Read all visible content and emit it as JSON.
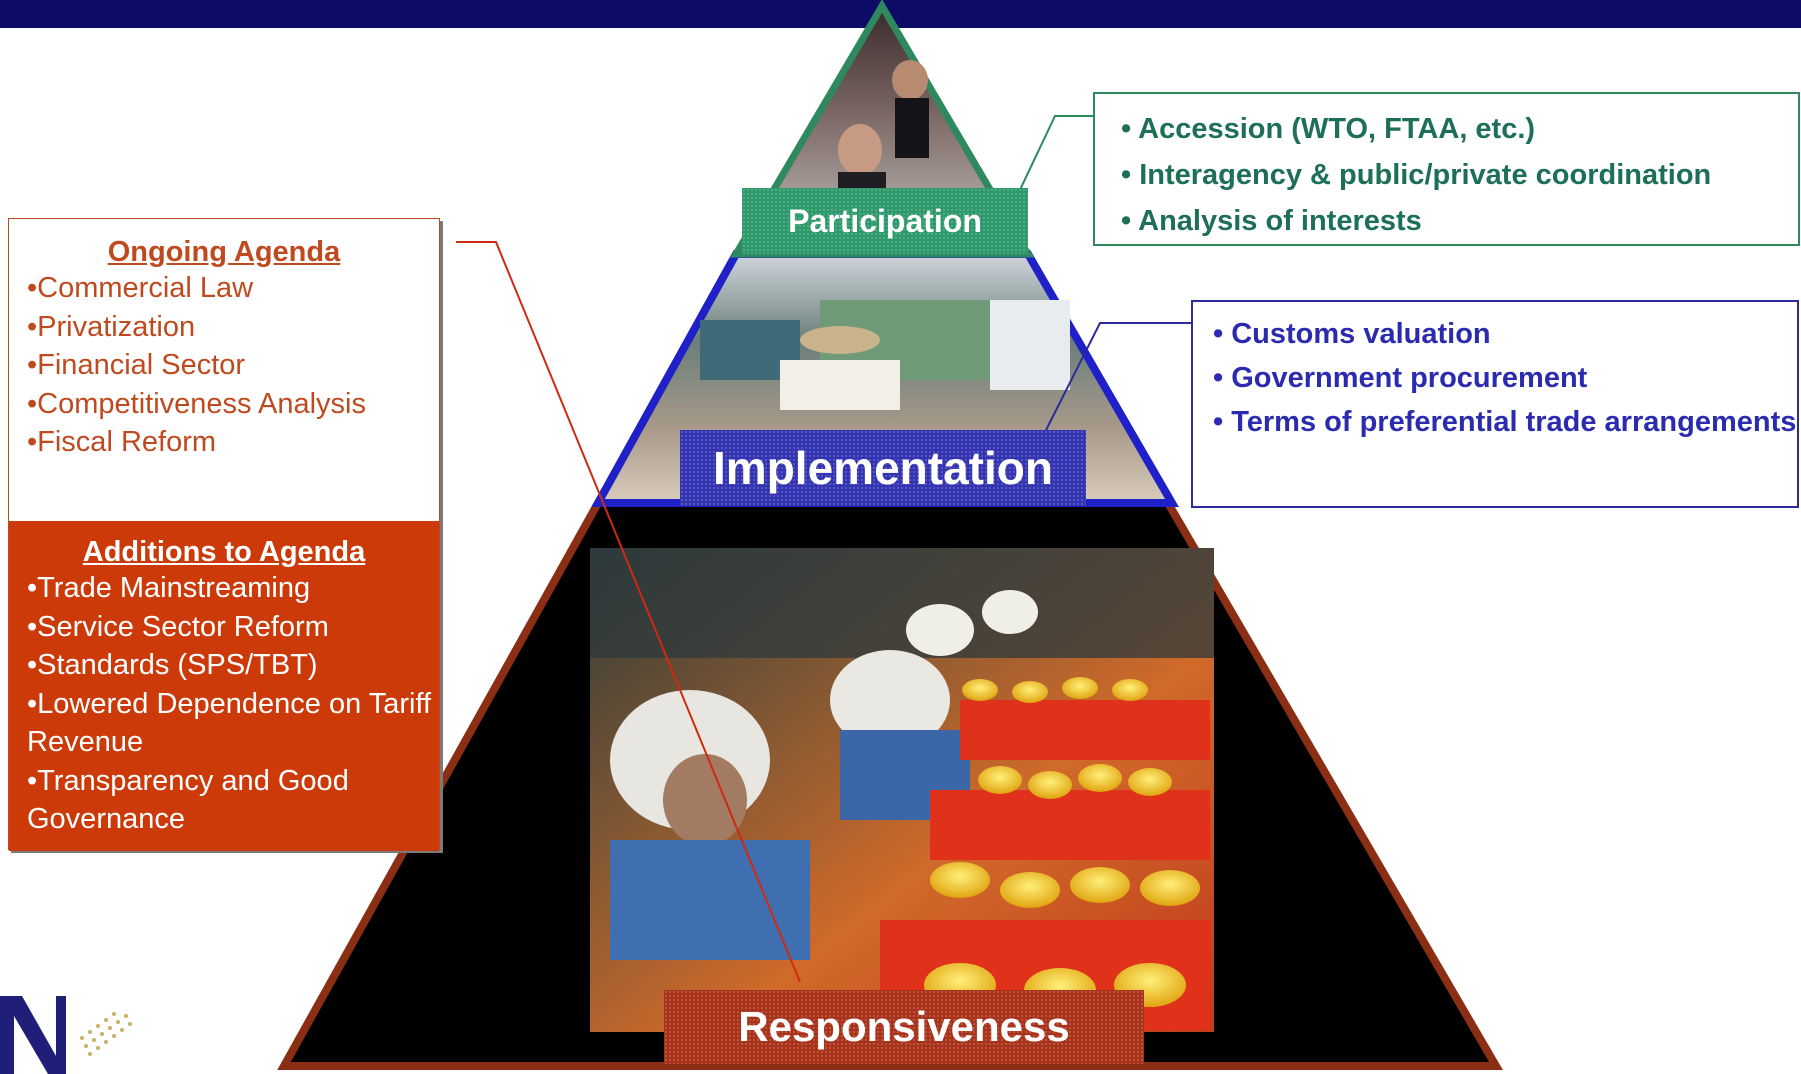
{
  "layers": {
    "top": {
      "label": "Participation",
      "color": "#2e9a6c",
      "items": [
        "• Accession (WTO, FTAA, etc.)",
        "• Interagency & public/private coordination",
        "• Analysis of interests"
      ]
    },
    "middle": {
      "label": "Implementation",
      "color": "#3434b2",
      "items": [
        "• Customs valuation",
        "• Government procurement",
        "• Terms of preferential trade arrangements"
      ]
    },
    "bottom": {
      "label": "Responsiveness",
      "color": "#a8331a"
    }
  },
  "agenda": {
    "ongoing": {
      "title": "Ongoing Agenda",
      "items": [
        "•Commercial Law",
        "•Privatization",
        "•Financial Sector",
        "•Competitiveness Analysis",
        "•Fiscal Reform"
      ]
    },
    "additions": {
      "title": "Additions to Agenda",
      "items": [
        "•Trade Mainstreaming",
        "•Service Sector Reform",
        "•Standards (SPS/TBT)",
        "•Lowered Dependence on Tariff Revenue",
        "•Transparency and Good Governance"
      ]
    }
  },
  "colors": {
    "header_bar": "#0c0c66",
    "participation_text": "#1d6f57",
    "implementation_text": "#2b2bb0",
    "agenda_orange": "#cc3a0a"
  }
}
